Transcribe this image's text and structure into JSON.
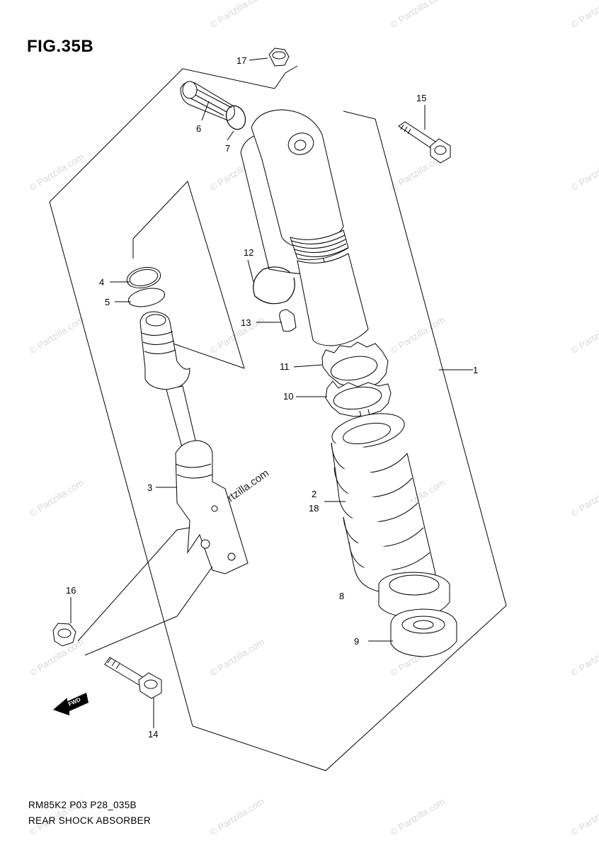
{
  "figure": {
    "title": "FIG.35B",
    "code": "RM85K2 P03 P28_035B",
    "caption": "REAR SHOCK ABSORBER"
  },
  "watermark": {
    "text": "© Partzilla.com"
  },
  "direction_marker": {
    "text": "FWD"
  },
  "callouts": {
    "c1": "1",
    "c2": "2",
    "c18": "18",
    "c3": "3",
    "c4": "4",
    "c5": "5",
    "c6": "6",
    "c7": "7",
    "c8": "8",
    "c9": "9",
    "c10": "10",
    "c11": "11",
    "c12": "12",
    "c13": "13",
    "c14": "14",
    "c15": "15",
    "c16": "16",
    "c17": "17"
  }
}
